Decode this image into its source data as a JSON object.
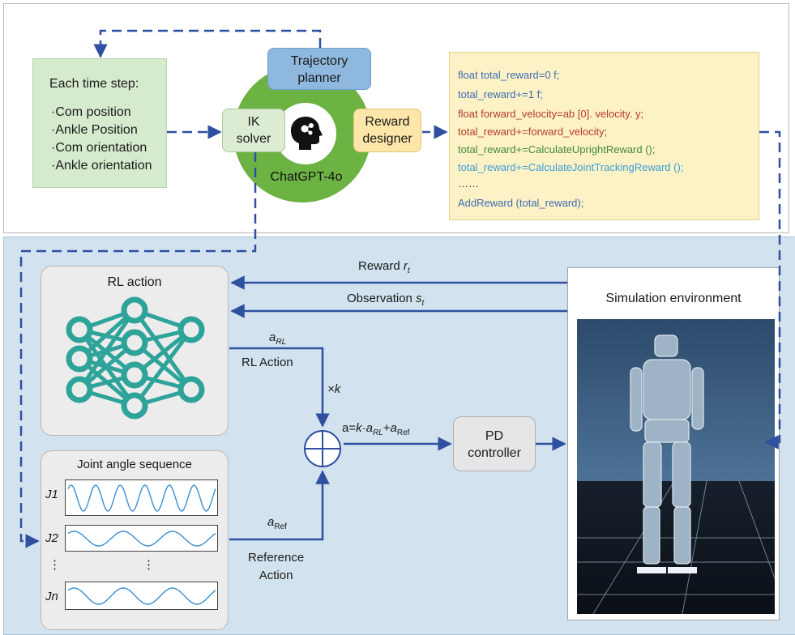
{
  "top": {
    "timestep_title": "Each time step:",
    "timestep_items": [
      "Com position",
      "Ankle Position",
      "Com orientation",
      "Ankle orientation"
    ],
    "trajectory_planner": [
      "Trajectory",
      "planner"
    ],
    "ik_solver": [
      "IK",
      "solver"
    ],
    "reward_designer": [
      "Reward",
      "designer"
    ],
    "chatgpt_label": "ChatGPT-4o",
    "code_lines": [
      {
        "text": "float total_reward=0 f;",
        "color": "#3b6db5"
      },
      {
        "text": "total_reward+=1 f;",
        "color": "#3b6db5"
      },
      {
        "text": "float forward_velocity=ab [0]. velocity. y;",
        "color": "#b43c2c"
      },
      {
        "text": "total_reward+=forward_velocity;",
        "color": "#b43c2c"
      },
      {
        "text": "total_reward+=CalculateUprightReward ();",
        "color": "#3f8a3a"
      },
      {
        "text": "total_reward+=CalculateJointTrackingReward ();",
        "color": "#3aa0d8"
      },
      {
        "text": "……",
        "color": "#333333"
      },
      {
        "text": "AddReward (total_reward);",
        "color": "#3b6db5"
      }
    ]
  },
  "bottom": {
    "rl_action_title": "RL action",
    "joint_title": "Joint angle sequence",
    "joint_labels": [
      "J1",
      "J2",
      "⋮",
      "Jn"
    ],
    "dots": "⋮",
    "reward_label": "Reward",
    "reward_sym": "r",
    "reward_sub": "t",
    "observation_label": "Observation",
    "observation_sym": "s",
    "observation_sub": "t",
    "a_rl_sym": "a",
    "a_rl_sub": "RL",
    "rl_action_label": "RL Action",
    "times_k": "×k",
    "a_ref_sym": "a",
    "a_ref_sub": "Ref",
    "reference_action": [
      "Reference",
      "Action"
    ],
    "equation": {
      "lhs": "a=",
      "k": "k",
      "dot": "·",
      "a": "a",
      "rl": "RL",
      "plus": "+",
      "a2": "a",
      "ref": "Ref"
    },
    "pd_controller": [
      "PD",
      "controller"
    ],
    "sim_title": "Simulation environment"
  },
  "colors": {
    "arrow": "#2f4fa0",
    "network": "#2ea39a",
    "donut": "#6cb344",
    "wave": "#3a8fd0"
  }
}
